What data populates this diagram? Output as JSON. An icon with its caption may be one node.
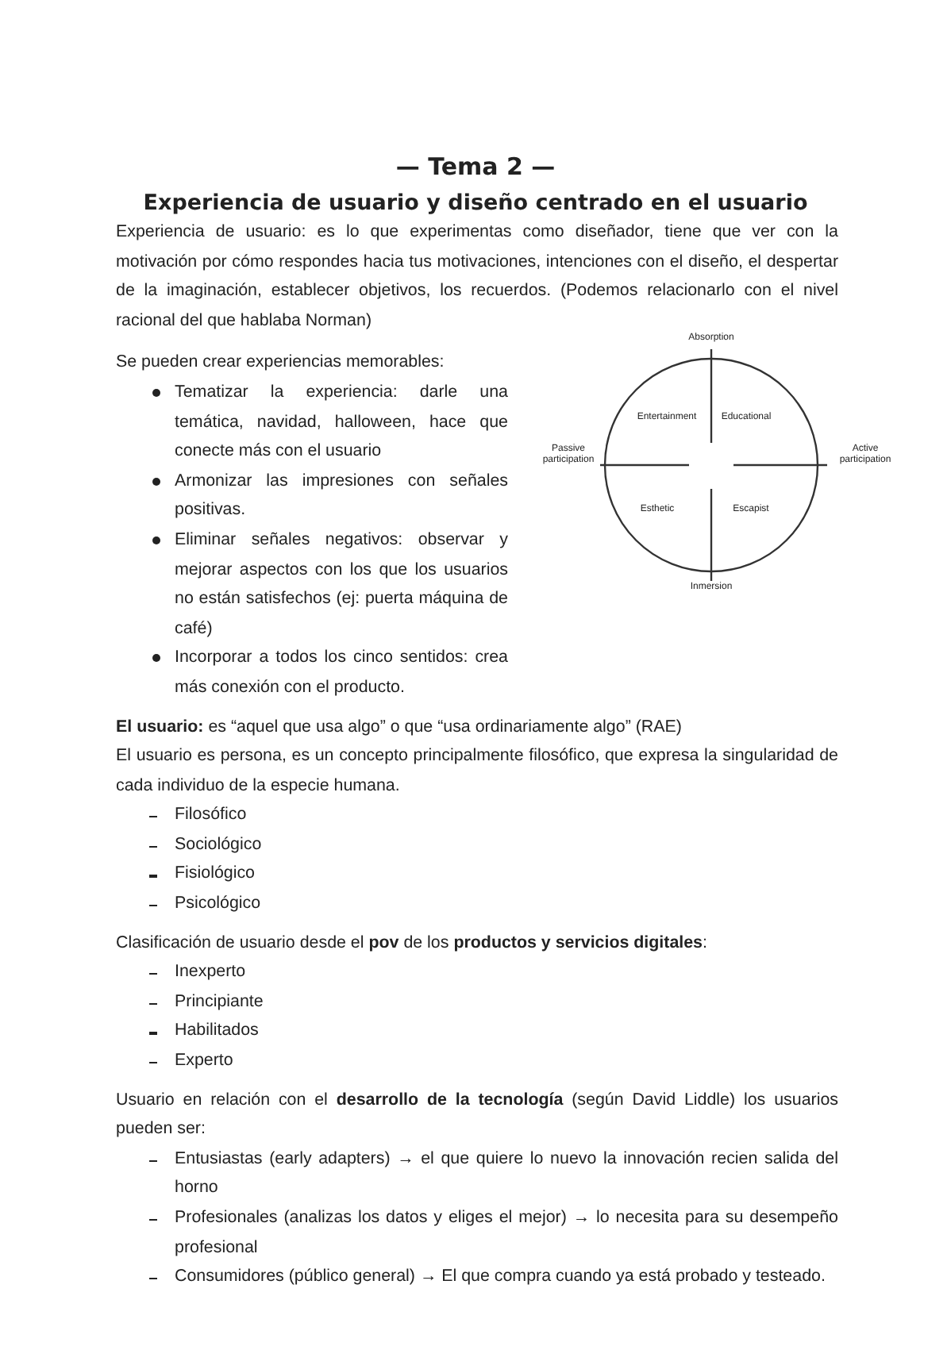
{
  "diagram": {
    "title": "— Tema 2 —",
    "nodes": [
      {
        "text": [
          "Entertainment",
          "Educational",
          "Esthetic",
          "Escapist"
        ],
        "beside": [
          "Absorption",
          "Passive participation",
          "Active participation",
          "Inmersion"
        ]
      }
    ],
    "edges": [],
    "labels": [
      "Experiencia de usuario y diseño centrado en el usuario",
      "Experiencia de usuario: es lo que experimentas como diseñador, tiene que ver con la motivación por cómo respondes hacia tus motivaciones, intenciones con el diseño, el despertar de la imaginación, establecer objetivos, los recuerdos. (Podemos relacionarlo con el nivel racional del que hablaba Norman)",
      "Se pueden crear experiencias memorables:",
      "Tematizar la experiencia: darle una temática, navidad, halloween, hace que conecte más con el usuario",
      "Armonizar las impresiones con señales positivas.",
      "Eliminar señales negativos: observar y mejorar aspectos con los que los usuarios no están satisfechos (ej: puerta máquina de café)",
      "Incorporar a todos los cinco sentidos: crea más conexión con el producto.",
      "**El usuario:** es “aquel que usa algo” o que “usa ordinariamente algo” (RAE)",
      "El usuario es persona, es un concepto principalmente filosófico, que expresa la singularidad de cada individuo de la especie humana.",
      "Filosófico",
      "Sociológico",
      "Fisiológico",
      "Psicológico",
      "Clasificación de usuario desde el **pov** de los **productos y servicios digitales**:",
      "Inexperto",
      "Principiante",
      "Habilitados",
      "Experto",
      "Usuario en relación con el **desarrollo de la tecnología** (según David Liddle) los usuarios pueden ser:",
      "Entusiastas (early adapters) → el que quiere lo nuevo la innovación recien salida del horno",
      "Profesionales (analizas los datos y eliges el mejor) → lo necesita para su desempeño profesional",
      "Consumidores (público general) → El que compra cuando ya está probado y testeado."
    ]
  }
}
